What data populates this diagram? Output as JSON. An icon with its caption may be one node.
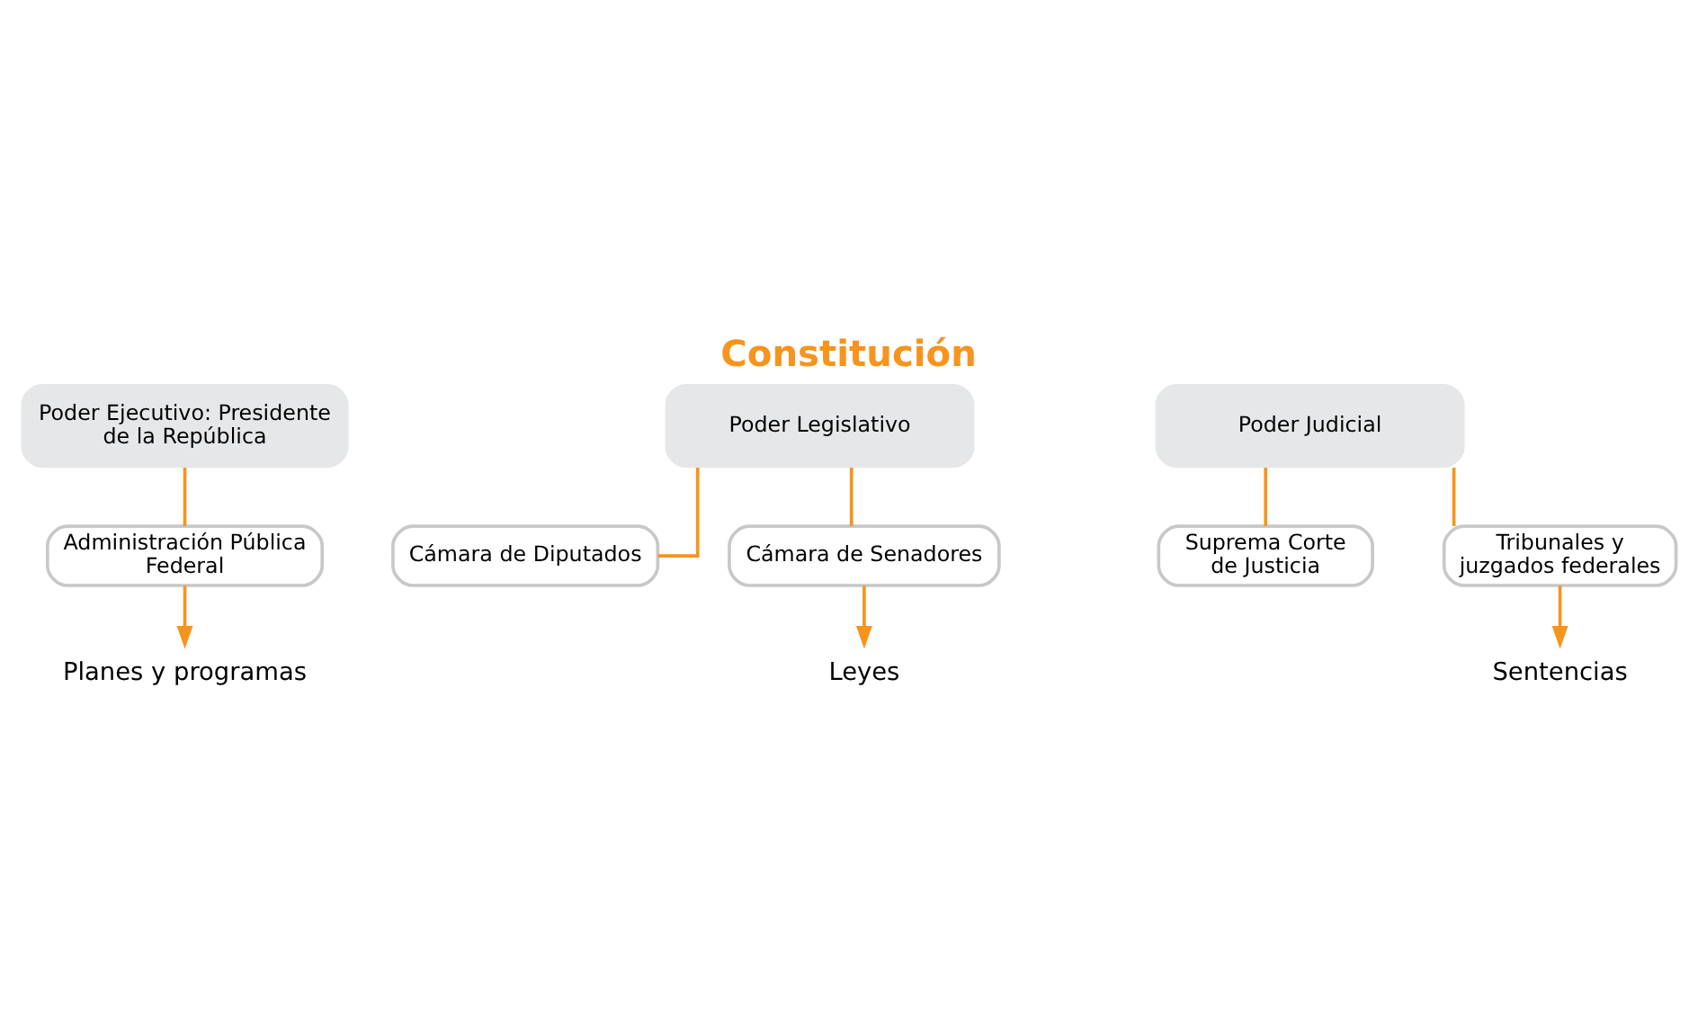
{
  "diagram": {
    "title": "Constitución",
    "nodes": [
      {
        "text": [
          "Poder Ejecutivo: Presidente de la República"
        ]
      },
      {
        "text": [
          "Administración Pública Federal"
        ]
      },
      {
        "text": [
          "Poder Legislativo"
        ]
      },
      {
        "text": [
          "Cámara de Diputados"
        ]
      },
      {
        "text": [
          "Cámara de Senadores"
        ]
      },
      {
        "text": [
          "Poder Judicial"
        ]
      },
      {
        "text": [
          "Suprema Corte de Justicia"
        ]
      },
      {
        "text": [
          "Tribunales y juzgados federales"
        ]
      },
      {
        "text": [
          "Planes y programas"
        ]
      },
      {
        "text": [
          "Leyes"
        ]
      },
      {
        "text": [
          "Sentencias"
        ]
      }
    ],
    "edges": [
      {
        "from": 0,
        "to": 1,
        "arrow": "none"
      },
      {
        "from": 2,
        "to": 3,
        "arrow": "none"
      },
      {
        "from": 2,
        "to": 4,
        "arrow": "none"
      },
      {
        "from": 5,
        "to": 6,
        "arrow": "none"
      },
      {
        "from": 5,
        "to": 7,
        "arrow": "none"
      },
      {
        "from": 1,
        "to": 8,
        "arrow": "to"
      },
      {
        "from": 4,
        "to": 9,
        "arrow": "to"
      },
      {
        "from": 7,
        "to": 10,
        "arrow": "to"
      }
    ]
  }
}
